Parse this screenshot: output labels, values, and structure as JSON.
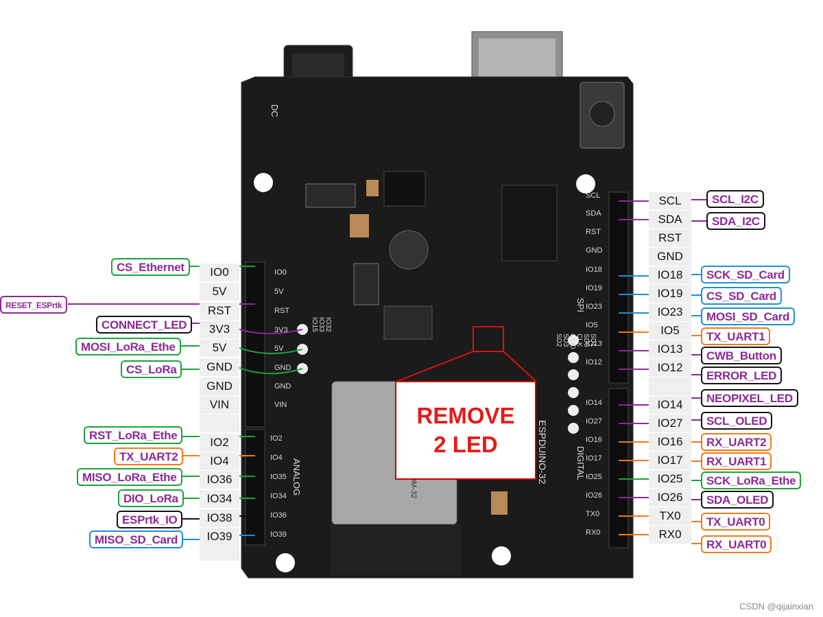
{
  "colors": {
    "purple": "#8b2a96",
    "green": "#1aa33a",
    "orange": "#f07a1a",
    "blue": "#1e8ed6",
    "black": "#111111",
    "red": "#e31b1b",
    "board": "#1a1a1a"
  },
  "left_pins": [
    "IO0",
    "5V",
    "RST",
    "3V3",
    "5V",
    "GND",
    "GND",
    "VIN",
    "",
    "IO2",
    "IO4",
    "IO36",
    "IO34",
    "IO38",
    "IO39"
  ],
  "right_pins": [
    "SCL",
    "SDA",
    "RST",
    "GND",
    "IO18",
    "IO19",
    "IO23",
    "IO5",
    "IO13",
    "IO12",
    "",
    "IO14",
    "IO27",
    "IO16",
    "IO17",
    "IO25",
    "IO26",
    "TX0",
    "RX0"
  ],
  "left_tags": {
    "cs_ethernet": "CS_Ethernet",
    "reset_esprtk": "RESET_ESPrtk",
    "connect_led": "CONNECT_LED",
    "mosi_lora_ethe": "MOSI_LoRa_Ethe",
    "cs_lora": "CS_LoRa",
    "rst_lora_ethe": "RST_LoRa_Ethe",
    "tx_uart2": "TX_UART2",
    "miso_lora_ethe": "MISO_LoRa_Ethe",
    "dio_lora": "DIO_LoRa",
    "esprtk_io": "ESPrtk_IO",
    "miso_sd_card": "MISO_SD_Card"
  },
  "right_tags": {
    "scl_i2c": "SCL_I2C",
    "sda_i2c": "SDA_I2C",
    "sck_sd_card": "SCK_SD_Card",
    "cs_sd_card": "CS_SD_Card",
    "mosi_sd_card": "MOSI_SD_Card",
    "tx_uart1": "TX_UART1",
    "cwb_button": "CWB_Button",
    "error_led": "ERROR_LED",
    "neopixel_led": "NEOPIXEL_LED",
    "scl_oled": "SCL_OLED",
    "rx_uart2": "RX_UART2",
    "rx_uart1": "RX_UART1",
    "sck_lora_ethe": "SCK_LoRa_Ethe",
    "sda_oled": "SDA_OLED",
    "tx_uart0": "TX_UART0",
    "rx_uart0": "RX_UART0"
  },
  "callout": {
    "line1": "REMOVE",
    "line2": "2 LED"
  },
  "watermark": "CSDN @qijainxian",
  "silkscreen": {
    "dc": "DC",
    "analog": "ANALOG",
    "digital": "DIGITAL",
    "spi": "SPI",
    "module": "ESP-WROOM-32",
    "board_name": "ESPDUINO-32",
    "left_header": [
      "IO0",
      "5V",
      "RST",
      "3V3",
      "5V",
      "GND",
      "GND",
      "VIN"
    ],
    "analog_header": [
      "IO2",
      "IO4",
      "IO35",
      "IO34",
      "IO36",
      "IO39"
    ],
    "spi_header": [
      "SD2",
      "SD3",
      "CMD",
      "CLK",
      "SD0",
      "SD1"
    ],
    "right_header": [
      "SCL",
      "SDA",
      "RST",
      "GND",
      "IO18",
      "IO19",
      "IO23",
      "IO5",
      "IO13",
      "IO12"
    ],
    "right_lower_header": [
      "IO14",
      "IO27",
      "IO16",
      "IO17",
      "IO25",
      "IO26",
      "TX0",
      "RX0"
    ],
    "small_header": [
      "IO15",
      "IO33",
      "IO32"
    ]
  }
}
